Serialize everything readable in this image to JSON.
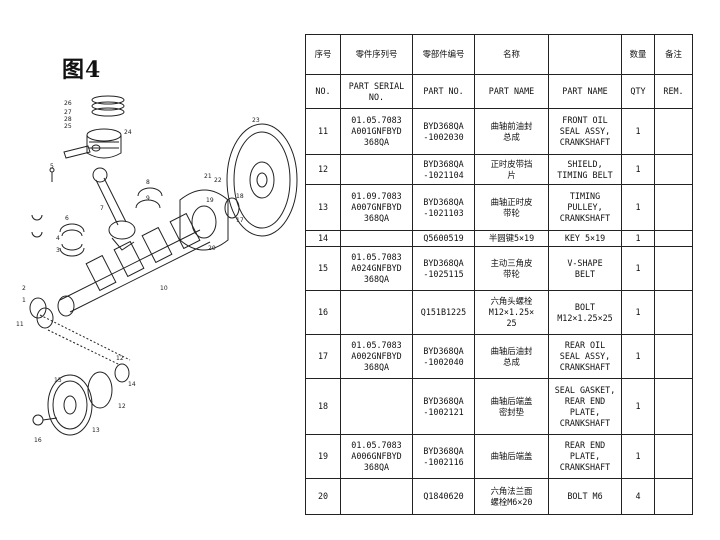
{
  "figure_title": "图4",
  "columns": {
    "index": "序号",
    "index_en": "NO.",
    "serial": "零件序列号",
    "serial_en": "PART SERIAL NO.",
    "partno": "零部件编号",
    "partno_en": "PART NO.",
    "name": "名称",
    "name_en": "PART NAME",
    "qty": "数量",
    "qty_en": "QTY",
    "remark": "备注",
    "remark_en": "REM."
  },
  "rows": [
    {
      "no": "11",
      "serial": "01.05.7083\nA001GNFBYD\n368QA",
      "part": "BYD368QA\n-1002030",
      "name_cn": "曲轴前油封\n总成",
      "name_en": "FRONT OIL\nSEAL ASSY,\nCRANKSHAFT",
      "qty": "1",
      "remark": ""
    },
    {
      "no": "12",
      "serial": "",
      "part": "BYD368QA\n-1021104",
      "name_cn": "正时皮带挡\n片",
      "name_en": "SHIELD,\nTIMING BELT",
      "qty": "1",
      "remark": ""
    },
    {
      "no": "13",
      "serial": "01.09.7083\nA007GNFBYD\n368QA",
      "part": "BYD368QA\n-1021103",
      "name_cn": "曲轴正时皮\n带轮",
      "name_en": "TIMING\nPULLEY,\nCRANKSHAFT",
      "qty": "1",
      "remark": ""
    },
    {
      "no": "14",
      "serial": "",
      "part": "Q5600519",
      "name_cn": "半圆键5×19",
      "name_en": "KEY 5×19",
      "qty": "1",
      "remark": ""
    },
    {
      "no": "15",
      "serial": "01.05.7083\nA024GNFBYD\n368QA",
      "part": "BYD368QA\n-1025115",
      "name_cn": "主动三角皮\n带轮",
      "name_en": "V-SHAPE\nBELT",
      "qty": "1",
      "remark": ""
    },
    {
      "no": "16",
      "serial": "",
      "part": "Q151B1225",
      "name_cn": "六角头螺栓\nM12×1.25×\n25",
      "name_en": "BOLT\nM12×1.25×25",
      "qty": "1",
      "remark": ""
    },
    {
      "no": "17",
      "serial": "01.05.7083\nA002GNFBYD\n368QA",
      "part": "BYD368QA\n-1002040",
      "name_cn": "曲轴后油封\n总成",
      "name_en": "REAR OIL\nSEAL ASSY,\nCRANKSHAFT",
      "qty": "1",
      "remark": ""
    },
    {
      "no": "18",
      "serial": "",
      "part": "BYD368QA\n-1002121",
      "name_cn": "曲轴后端盖\n密封垫",
      "name_en": "SEAL GASKET,\nREAR END\nPLATE,\nCRANKSHAFT",
      "qty": "1",
      "remark": ""
    },
    {
      "no": "19",
      "serial": "01.05.7083\nA006GNFBYD\n368QA",
      "part": "BYD368QA\n-1002116",
      "name_cn": "曲轴后端盖",
      "name_en": "REAR END\nPLATE,\nCRANKSHAFT",
      "qty": "1",
      "remark": ""
    },
    {
      "no": "20",
      "serial": "",
      "part": "Q1840620",
      "name_cn": "六角法兰面\n螺栓M6×20",
      "name_en": "BOLT M6",
      "qty": "4",
      "remark": ""
    }
  ],
  "diagram_callouts": [
    "26",
    "27",
    "28",
    "25",
    "24",
    "23",
    "21",
    "22",
    "8",
    "9",
    "5",
    "6",
    "7",
    "4",
    "3",
    "10",
    "2",
    "1",
    "19",
    "20",
    "18",
    "17",
    "15",
    "16",
    "11",
    "12",
    "14",
    "13",
    "12"
  ]
}
